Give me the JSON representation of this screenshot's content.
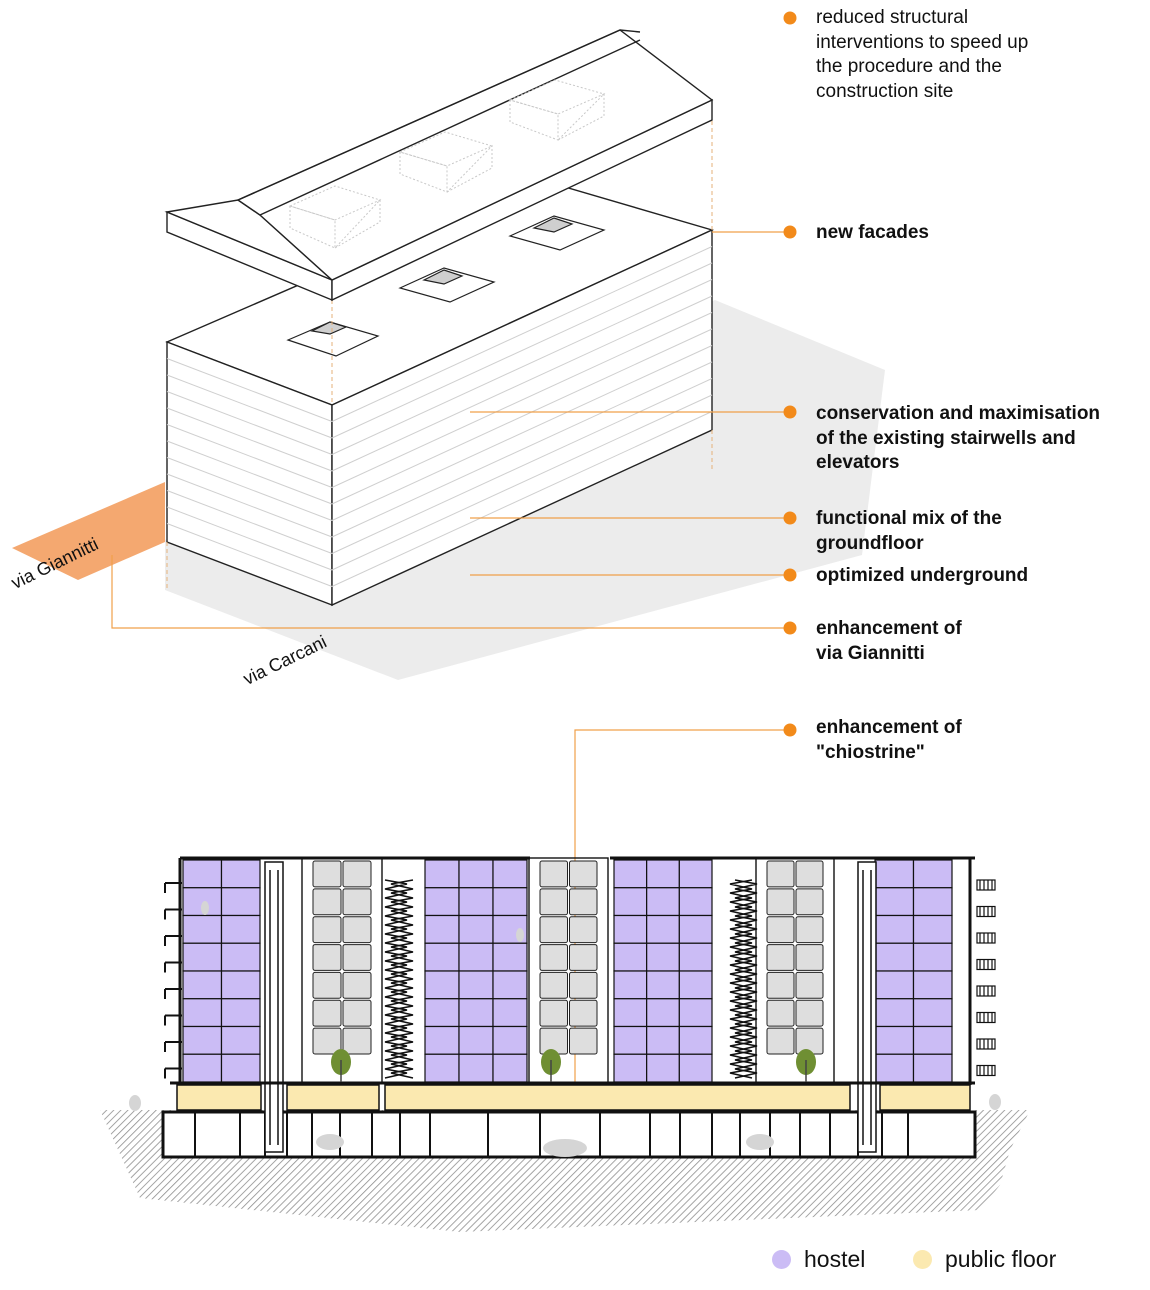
{
  "colors": {
    "accent": "#f28a1a",
    "leader": "#f0a04a",
    "street_highlight": "#f4a870",
    "hostel": "#cbbcf5",
    "public_floor": "#fbe9b0",
    "shadow": "#ececec",
    "stair_core": "#dedede",
    "ground_hatch": "#9a9a9a"
  },
  "annotations": [
    {
      "id": "structural",
      "lines": [
        "reduced structural",
        "interventions to speed up",
        "the procedure and the",
        "construction site"
      ],
      "bold": false
    },
    {
      "id": "facades",
      "lines": [
        "new facades"
      ],
      "bold": true
    },
    {
      "id": "stairwells",
      "lines": [
        "conservation and maximisation",
        "of the existing stairwells and",
        "elevators"
      ],
      "bold": true
    },
    {
      "id": "functional",
      "lines": [
        "functional mix of the",
        "groundfloor"
      ],
      "bold": true
    },
    {
      "id": "underground",
      "lines": [
        "optimized underground"
      ],
      "bold": true
    },
    {
      "id": "giannitti",
      "lines": [
        "enhancement of",
        "via Giannitti"
      ],
      "bold": true
    },
    {
      "id": "chiostrine",
      "lines": [
        "enhancement of",
        "\"chiostrine\""
      ],
      "bold": true
    }
  ],
  "streets": {
    "giannitti": "via Giannitti",
    "carcani": "via Carcani"
  },
  "legend": [
    {
      "label": "hostel",
      "color_key": "hostel"
    },
    {
      "label": "public floor",
      "color_key": "public_floor"
    }
  ]
}
